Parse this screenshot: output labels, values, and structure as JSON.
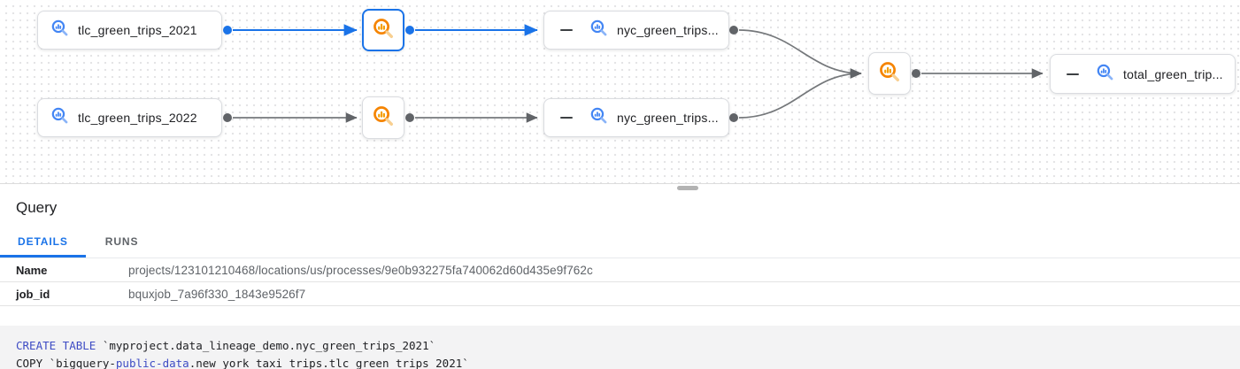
{
  "graph": {
    "nodes": [
      {
        "label": "tlc_green_trips_2021",
        "type": "table"
      },
      {
        "type": "process",
        "state": "selected"
      },
      {
        "label": "nyc_green_trips...",
        "type": "table",
        "collapsible": true
      },
      {
        "label": "tlc_green_trips_2022",
        "type": "table"
      },
      {
        "type": "process"
      },
      {
        "label": "nyc_green_trips...",
        "type": "table",
        "collapsible": true
      },
      {
        "type": "process"
      },
      {
        "label": "total_green_trip...",
        "type": "table",
        "collapsible": true
      }
    ],
    "colors": {
      "selected_edge": "#1a73e8",
      "edge": "#75787b",
      "table_icon_ring": "#4285f4",
      "table_icon_handle": "#8ab4f8",
      "process_icon_ring": "#f58400",
      "process_icon_handle": "#f8cf90",
      "node_border": "#dadce0",
      "selected_node_border": "#1a73e8"
    }
  },
  "panel": {
    "title": "Query",
    "tabs": [
      {
        "label": "DETAILS",
        "active": true
      },
      {
        "label": "RUNS",
        "active": false
      }
    ],
    "details": [
      {
        "key": "Name",
        "value": "projects/123101210468/locations/us/processes/9e0b932275fa740062d60d435e9f762c"
      },
      {
        "key": "job_id",
        "value": "bquxjob_7a96f330_1843e9526f7"
      }
    ],
    "sql": {
      "create_keyword": "CREATE TABLE",
      "create_rest": " `myproject.data_lineage_demo.nyc_green_trips_2021`",
      "copy_word": "COPY",
      "copy_pre": " `bigquery-",
      "copy_highlight": "public-data",
      "copy_rest": ".new_york_taxi_trips.tlc_green_trips_2021`",
      "keyword_color": "#3e4cc4",
      "background": "#f3f3f4"
    }
  }
}
